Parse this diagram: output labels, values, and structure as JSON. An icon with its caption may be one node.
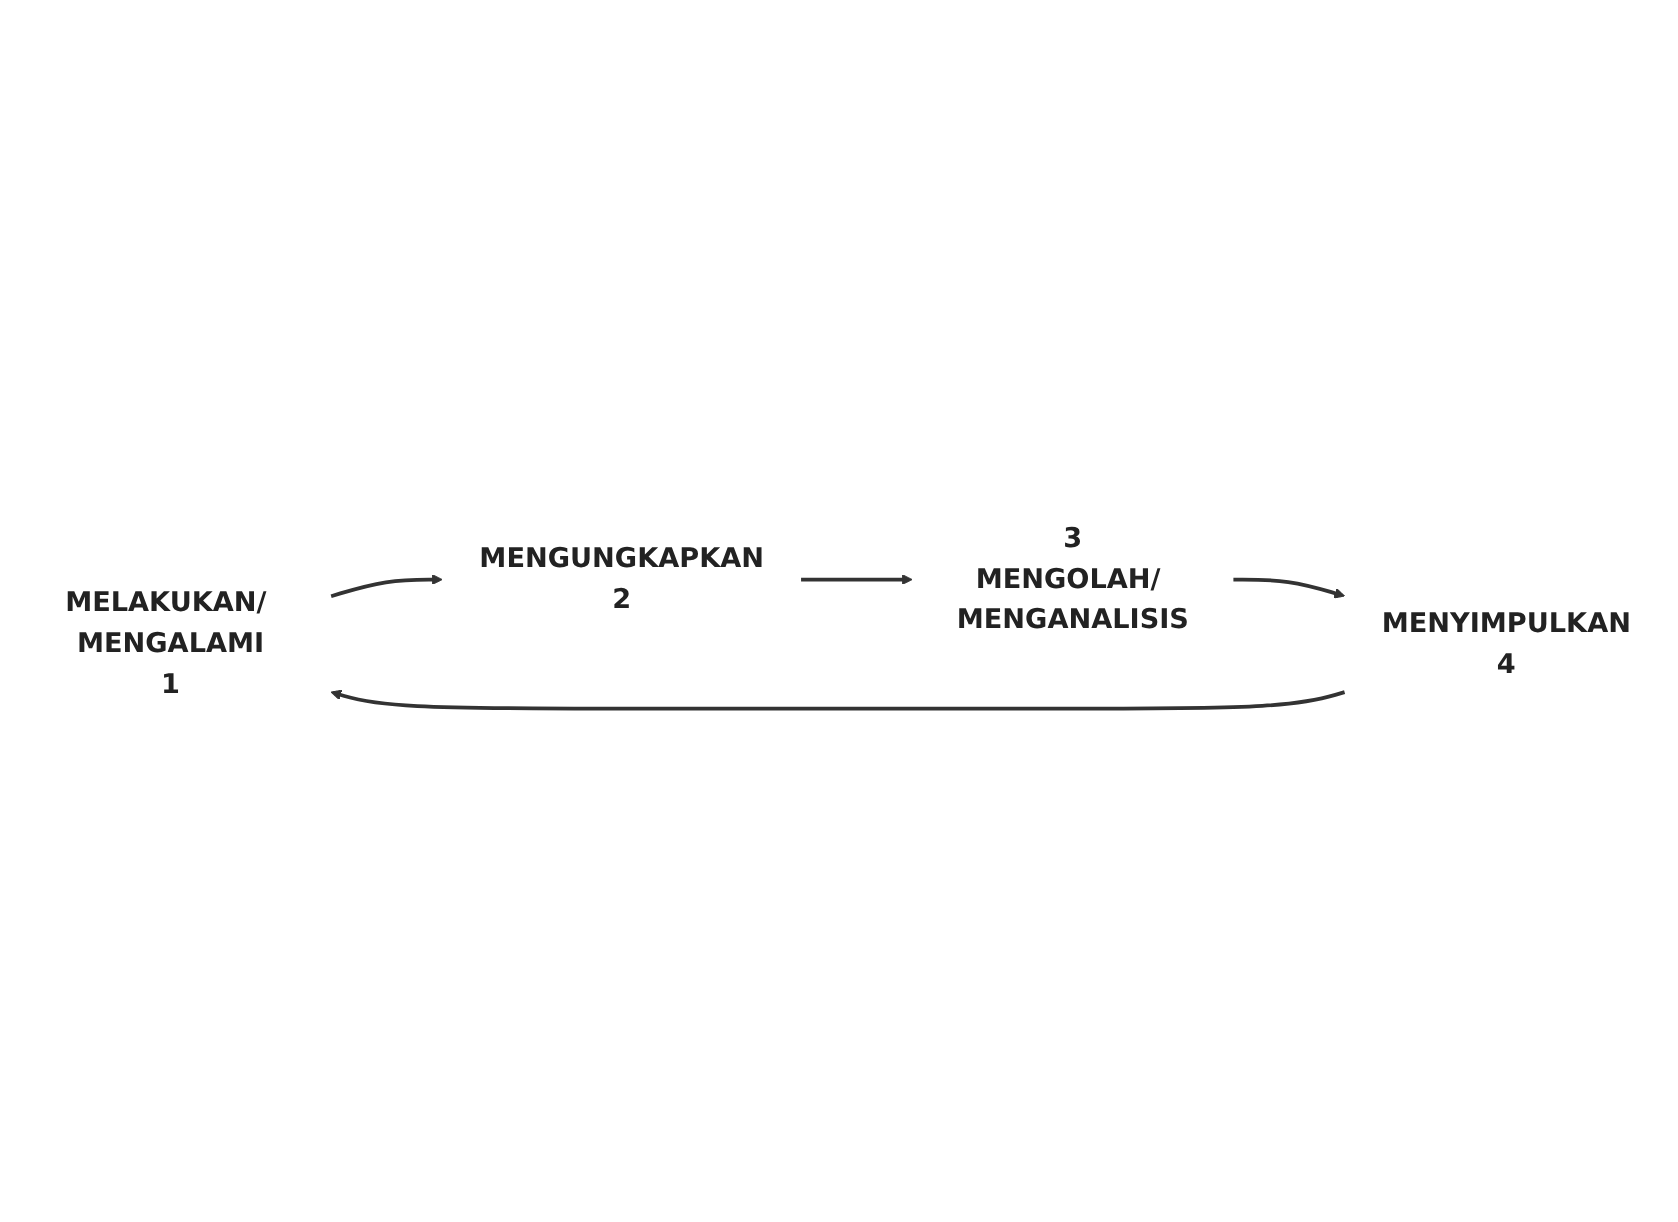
{
  "diagram": {
    "nodes": [
      {
        "text": [
          "MELAKUKAN/ MENGALAMI",
          "1"
        ]
      },
      {
        "text": [
          "MENGUNGKAPKAN",
          "2"
        ]
      },
      {
        "text": [
          "3",
          "MENGOLAH/ MENGANALISIS"
        ]
      },
      {
        "text": [
          "MENYIMPULKAN",
          "4"
        ]
      }
    ],
    "edges": [
      {
        "from": 0,
        "to": 1,
        "arrow": "to"
      },
      {
        "from": 1,
        "to": 2,
        "arrow": "to"
      },
      {
        "from": 2,
        "to": 3,
        "arrow": "to"
      },
      {
        "from": 3,
        "to": 0,
        "arrow": "to"
      }
    ]
  }
}
